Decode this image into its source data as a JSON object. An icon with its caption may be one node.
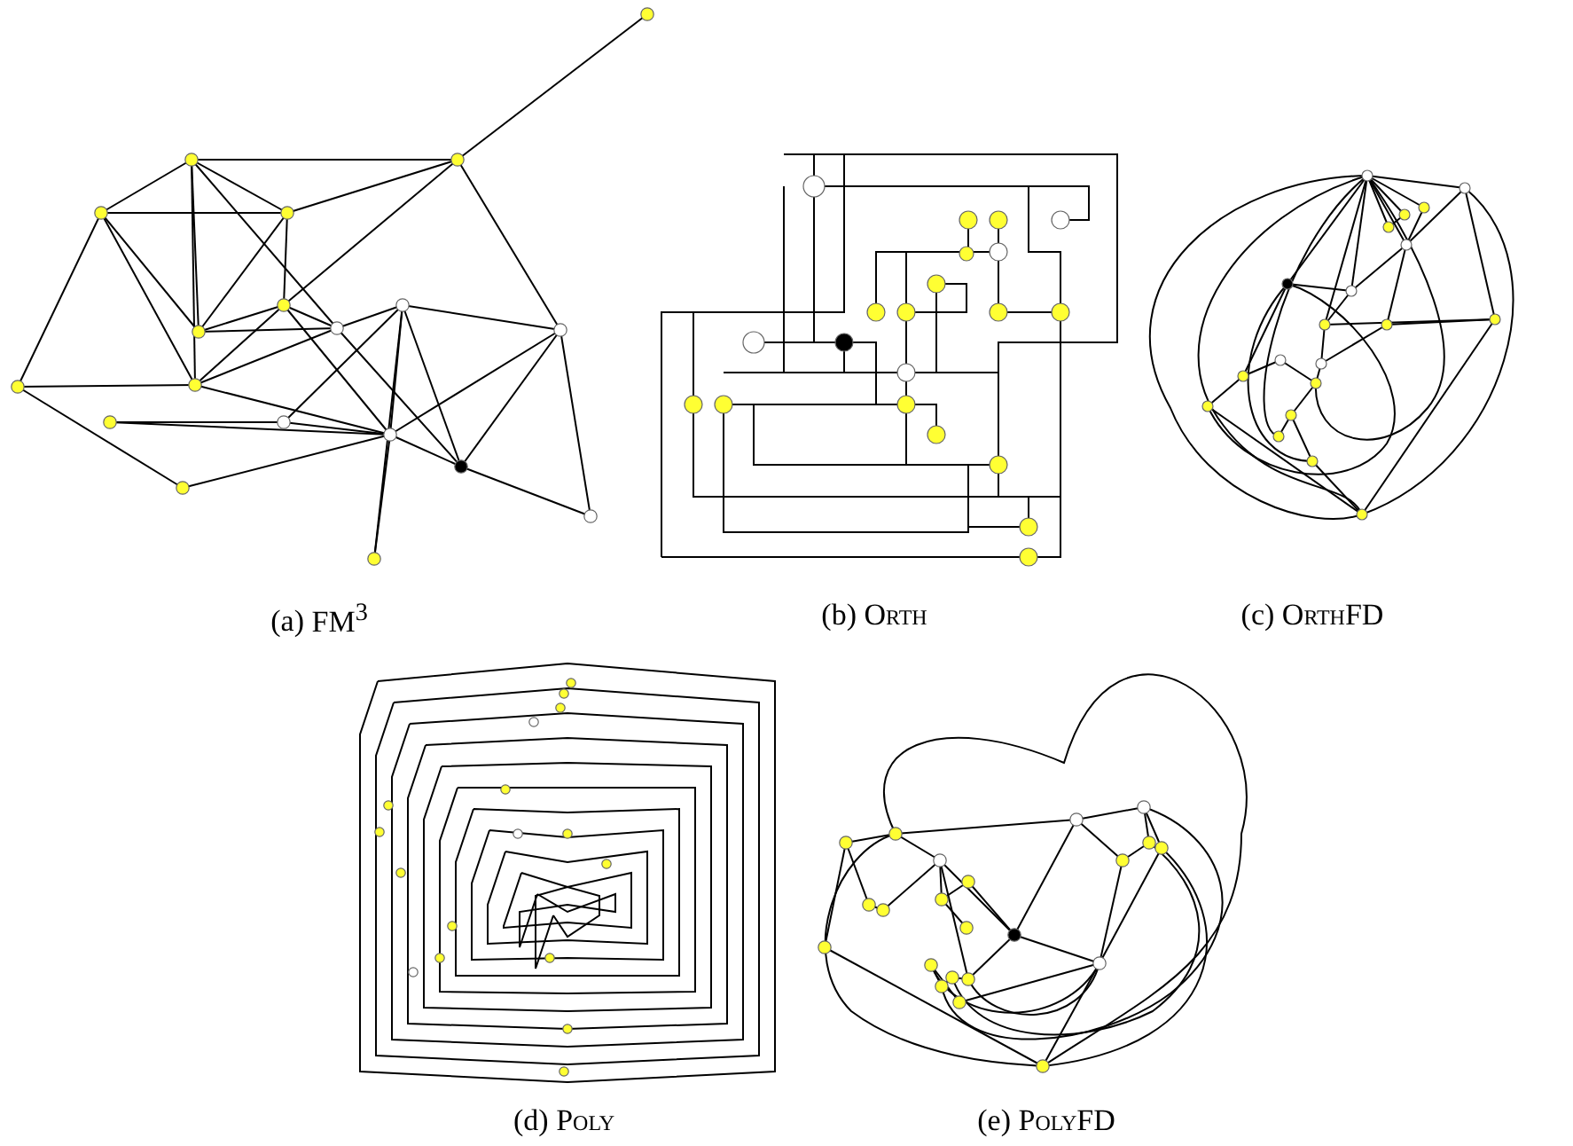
{
  "diagram": {
    "labels": [
      "(a) FM$^{3}$",
      "(b) Orth",
      "(c) OrthFD",
      "(d) Poly",
      "(e) PolyFD"
    ]
  }
}
